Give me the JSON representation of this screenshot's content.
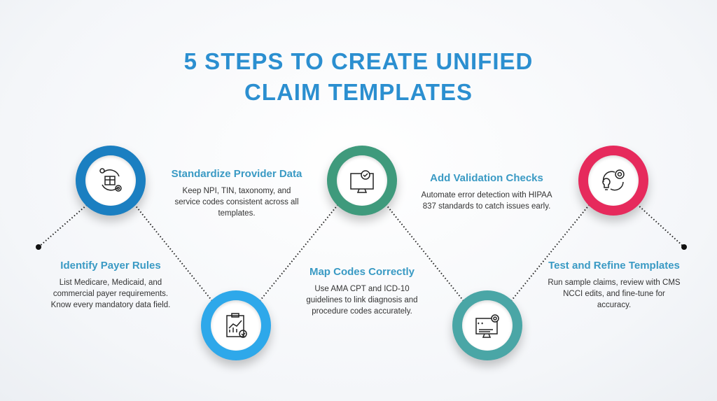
{
  "title": {
    "line1": "5 STEPS TO CREATE UNIFIED",
    "line2": "CLAIM TEMPLATES"
  },
  "colors": {
    "step1": "#1b7fc1",
    "step2": "#2ea8ea",
    "step3": "#3f9a7c",
    "step4": "#4aa6a6",
    "step5": "#e62a5c",
    "heading": "#3a9ac4",
    "title": "#2b8fd0"
  },
  "steps": [
    {
      "heading": "Identify Payer Rules",
      "text": "List Medicare, Medicaid, and commercial payer requirements. Know every mandatory data field.",
      "icon": "box-cycle-gear-icon"
    },
    {
      "heading": "Standardize Provider Data",
      "text": "Keep NPI, TIN, taxonomy, and service codes consistent across all templates.",
      "icon": "clipboard-chart-check-icon"
    },
    {
      "heading": "Map Codes Correctly",
      "text": "Use AMA CPT and ICD-10 guidelines to link diagnosis and procedure codes accurately.",
      "icon": "monitor-badge-check-icon"
    },
    {
      "heading": "Add Validation Checks",
      "text": "Automate error detection with HIPAA 837 standards to catch issues early.",
      "icon": "monitor-code-gear-icon"
    },
    {
      "heading": "Test and Refine Templates",
      "text": "Run sample claims, review with CMS NCCI edits, and fine-tune for accuracy.",
      "icon": "bulb-cycle-gear-icon"
    }
  ]
}
